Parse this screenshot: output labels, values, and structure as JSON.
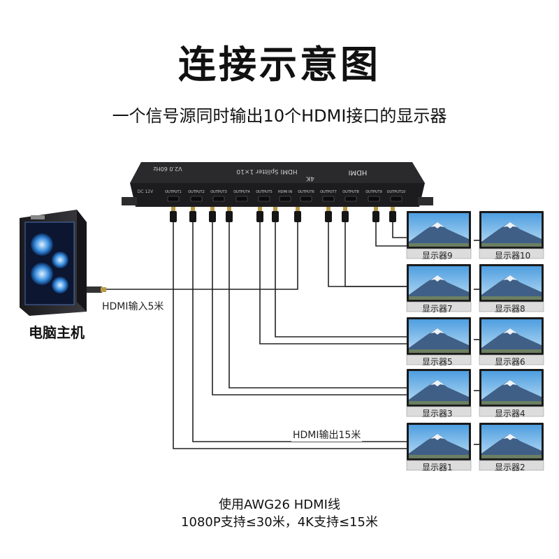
{
  "title": "连接示意图",
  "subtitle": "一个信号源同时输出10个HDMI接口的显示器",
  "pc": {
    "label": "电脑主机"
  },
  "splitter": {
    "brand": "HDMI",
    "model": "HDMI Splitter 1×10",
    "resolution": "4K",
    "version": "V2.0 60Hz",
    "power": "DC 12V",
    "ports": [
      "OUTPUT1",
      "OUTPUT2",
      "OUTPUT3",
      "OUTPUT4",
      "OUTPUT5",
      "HDMI IN",
      "OUTPUT6",
      "OUTPUT7",
      "OUTPUT8",
      "OUTPUT9",
      "OUTPUT10"
    ]
  },
  "cables": {
    "input_label": "HDMI输入5米",
    "output_label": "HDMI输出15米"
  },
  "monitors": [
    "显示器9",
    "显示器10",
    "显示器7",
    "显示器8",
    "显示器5",
    "显示器6",
    "显示器3",
    "显示器4",
    "显示器1",
    "显示器2"
  ],
  "footer": {
    "line1": "使用AWG26 HDMI线",
    "line2": "1080P支持≤30米，4K支持≤15米"
  },
  "colors": {
    "cable": "#222222",
    "sky": "#6fb2e6",
    "mountain": "#3f5f86",
    "snow": "#eef3f8"
  }
}
